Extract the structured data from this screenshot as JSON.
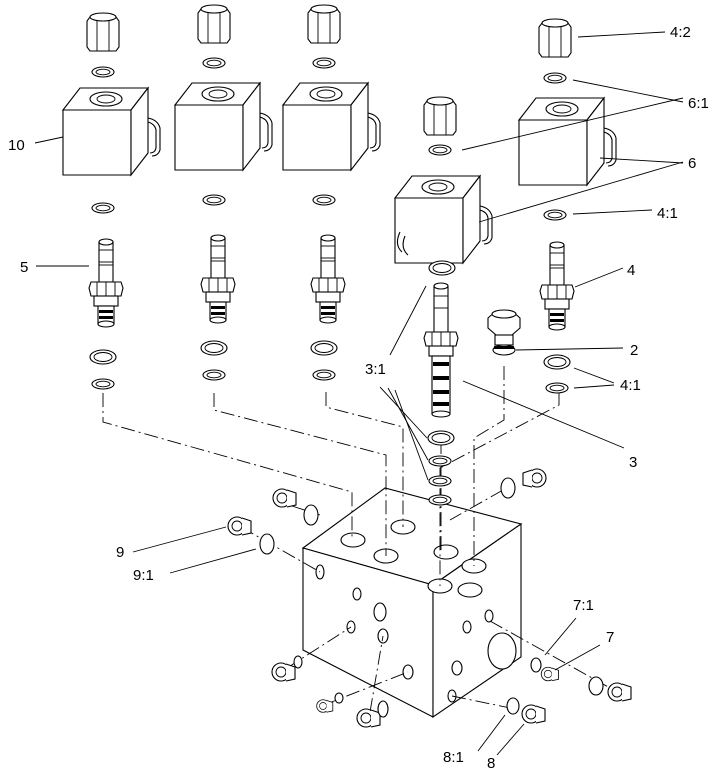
{
  "callouts": {
    "c_4_2": "4:2",
    "c_6_1": "6:1",
    "c_10": "10",
    "c_6": "6",
    "c_4_1_top": "4:1",
    "c_5": "5",
    "c_4": "4",
    "c_2": "2",
    "c_3_1": "3:1",
    "c_4_1_bottom": "4:1",
    "c_3": "3",
    "c_9": "9",
    "c_9_1": "9:1",
    "c_7_1": "7:1",
    "c_7": "7",
    "c_8_1": "8:1",
    "c_8": "8"
  }
}
